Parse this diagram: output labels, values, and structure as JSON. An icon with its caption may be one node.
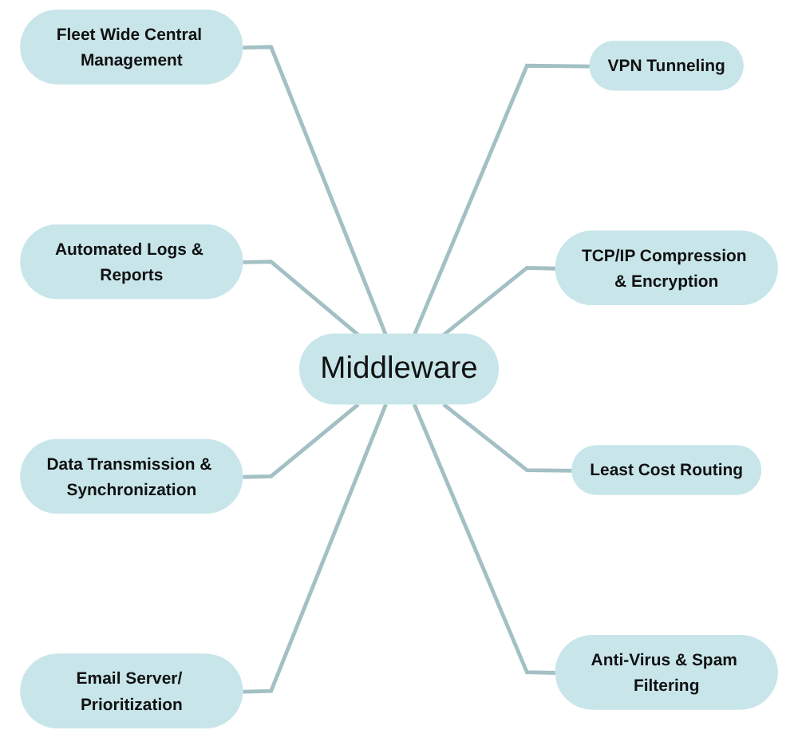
{
  "diagram": {
    "nodes": [
      {
        "text": [
          "Fleet Wide Central Management"
        ]
      },
      {
        "text": [
          "Automated Logs & Reports"
        ]
      },
      {
        "text": [
          "VPN Tunneling"
        ]
      },
      {
        "text": [
          "Data Transmission & Synchronization"
        ]
      },
      {
        "text": [
          "Middleware"
        ]
      },
      {
        "text": [
          "TCP/IP Compression & Encryption"
        ]
      },
      {
        "text": [
          "Email Server/ Prioritization"
        ]
      },
      {
        "text": [
          "Least Cost Routing"
        ]
      },
      {
        "text": [
          "Anti-Virus & Spam Filtering"
        ]
      }
    ],
    "edges": [
      {
        "from": 0,
        "to": 4,
        "arrow": "none"
      },
      {
        "from": 1,
        "to": 4,
        "arrow": "none"
      },
      {
        "from": 4,
        "to": 2,
        "arrow": "none"
      },
      {
        "from": 3,
        "to": 4,
        "arrow": "none"
      },
      {
        "from": 4,
        "to": 5,
        "arrow": "none"
      },
      {
        "from": 6,
        "to": 4,
        "arrow": "none"
      },
      {
        "from": 4,
        "to": 7,
        "arrow": "none"
      },
      {
        "from": 4,
        "to": 8,
        "arrow": "none"
      }
    ]
  }
}
